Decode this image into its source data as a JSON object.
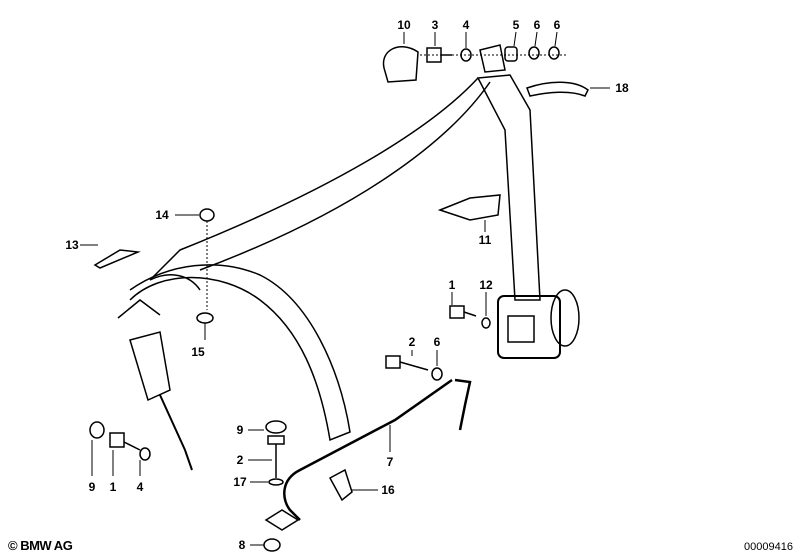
{
  "diagram": {
    "labels": {
      "l10": "10",
      "l3a": "3",
      "l4a": "4",
      "l5": "5",
      "l6a": "6",
      "l6b": "6",
      "l18": "18",
      "l14": "14",
      "l13": "13",
      "l11": "11",
      "l1a": "1",
      "l12": "12",
      "l2a": "2",
      "l6c": "6",
      "l15": "15",
      "l9a": "9",
      "l2b": "2",
      "l17": "17",
      "l8": "8",
      "l7": "7",
      "l16": "16",
      "l9b": "9",
      "l1b": "1",
      "l4b": "4"
    },
    "copyright": "© BMW AG",
    "document_number": "00009416"
  }
}
